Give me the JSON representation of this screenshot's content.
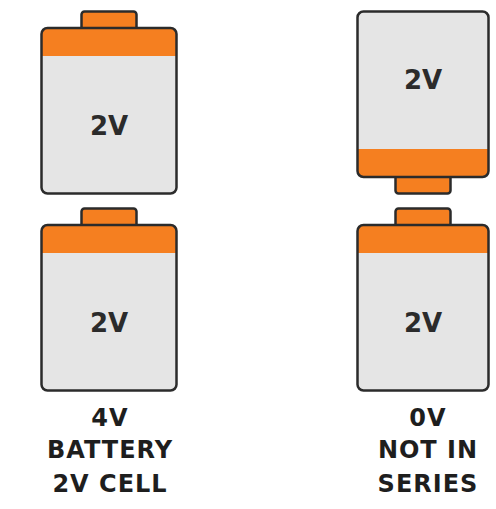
{
  "diagram": {
    "nodes": [
      {
        "text": [
          "2V"
        ]
      },
      {
        "text": [
          "2V"
        ]
      },
      {
        "text": [
          "2V"
        ]
      },
      {
        "text": [
          "2V"
        ]
      }
    ],
    "labels": [
      "4V",
      "BATTERY",
      "2V CELL",
      "0V",
      "NOT IN",
      "SERIES"
    ]
  }
}
